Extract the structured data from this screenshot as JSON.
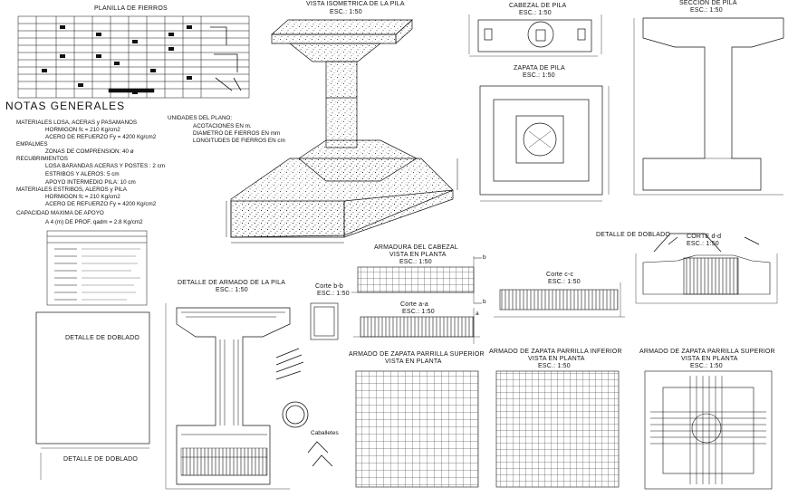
{
  "titles": {
    "planilla": "PLANILLA DE FIERROS",
    "iso": [
      "VISTA ISOMETRICA DE LA PILA",
      "ESC.: 1:50"
    ],
    "cabezal": [
      "CABEZAL DE PILA",
      "ESC.: 1:50"
    ],
    "zapata": [
      "ZAPATA DE PILA",
      "ESC.: 1:50"
    ],
    "seccion": [
      "SECCION DE PILA",
      "ESC.: 1:50"
    ],
    "detalle_doblado_top": "DETALLE DE DOBLADO",
    "corte_dd": [
      "CORTE d-d",
      "ESC.: 1:50"
    ],
    "armadura_cabezal": [
      "ARMADURA DEL CABEZAL",
      "VISTA EN PLANTA",
      "ESC.: 1:50"
    ],
    "corte_bb": [
      "Corte b-b",
      "ESC.: 1:50"
    ],
    "corte_aa": [
      "Corte a-a",
      "ESC.: 1:50"
    ],
    "corte_cc": [
      "Corte c-c",
      "ESC.: 1:50"
    ],
    "detalle_armado": [
      "DETALLE DE ARMADO DE LA PILA",
      "ESC.: 1:50"
    ],
    "detalle_doblado_left": "DETALLE DE DOBLADO",
    "detalle_doblado_bottom": "DETALLE DE DOBLADO",
    "zap_sup_a": [
      "ARMADO DE ZAPATA PARRILLA SUPERIOR",
      "VISTA EN PLANTA"
    ],
    "zap_inf": [
      "ARMADO DE ZAPATA PARRILLA INFERIOR",
      "VISTA EN PLANTA",
      "ESC.: 1:50"
    ],
    "zap_sup_b": [
      "ARMADO DE ZAPATA PARRILLA SUPERIOR",
      "VISTA EN PLANTA",
      "ESC.: 1:50"
    ],
    "caballetes": "Caballetes"
  },
  "cut_markers": {
    "b": "b",
    "a": "a"
  },
  "notes": {
    "heading": "NOTAS GENERALES",
    "lines": [
      "MATERIALES LOSA, ACERAS y PASAMANOS",
      "HORMIGON    fc = 210 Kg/cm2",
      "ACERO DE REFUERZO Fy = 4200 Kg/cm2",
      "EMPALMES",
      "ZONAS DE COMPRENSION: 40 ø",
      "RECUBRIMIENTOS",
      "LOSA BARANDAS ACERAS Y POSTES : 2 cm",
      "ESTRIBOS Y ALEROS: 5 cm",
      "APOYO INTERMEDIO PILA: 10 cm",
      "MATERIALES ESTRIBOS, ALEROS y PILA",
      "HORMIGON    fc = 210 Kg/cm2",
      "ACERO DE REFUERZO Fy = 4200 Kg/cm2",
      "CAPACIDAD MAXIMA DE APOYO",
      "A 4 (m) DE PROF. qadm = 2.8 Kg/cm2"
    ],
    "units": [
      "UNIDADES DEL PLANO:",
      "ACOTACIONES EN m.",
      "DIAMETRO DE FIERROS EN mm",
      "LONGITUDES DE FIERROS EN cm"
    ]
  },
  "colors": {
    "ink": "#111111",
    "paper": "#ffffff"
  }
}
